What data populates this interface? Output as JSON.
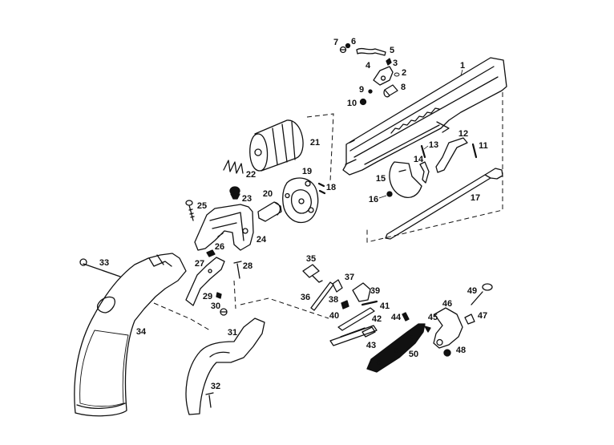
{
  "diagram": {
    "part_labels": [
      "1",
      "2",
      "3",
      "4",
      "5",
      "6",
      "7",
      "8",
      "9",
      "10",
      "11",
      "12",
      "13",
      "14",
      "15",
      "16",
      "17",
      "18",
      "19",
      "20",
      "21",
      "22",
      "23",
      "24",
      "25",
      "26",
      "27",
      "28",
      "29",
      "30",
      "31",
      "32",
      "33",
      "34",
      "35",
      "36",
      "37",
      "38",
      "39",
      "40",
      "41",
      "42",
      "43",
      "44",
      "45",
      "46",
      "47",
      "48",
      "49",
      "50"
    ]
  },
  "colors": {
    "ink": "#111111",
    "background": "#ffffff"
  }
}
